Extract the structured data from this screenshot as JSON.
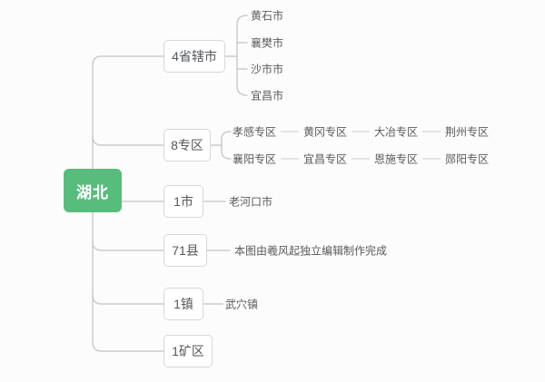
{
  "root": {
    "label": "湖北"
  },
  "branches": [
    {
      "label": "4省辖市",
      "children": [
        "黄石市",
        "襄樊市",
        "沙市市",
        "宜昌市"
      ]
    },
    {
      "label": "8专区",
      "chains": [
        [
          "孝感专区",
          "黄冈专区",
          "大冶专区",
          "荆州专区"
        ],
        [
          "襄阳专区",
          "宜昌专区",
          "恩施专区",
          "郧阳专区"
        ]
      ]
    },
    {
      "label": "1市",
      "children": [
        "老河口市"
      ]
    },
    {
      "label": "71县",
      "children": [
        "本图由羲风起独立编辑制作完成"
      ]
    },
    {
      "label": "1镇",
      "children": [
        "武穴镇"
      ]
    },
    {
      "label": "1矿区",
      "children": []
    }
  ],
  "colors": {
    "background": "#fcfcfc",
    "connector": "#cccccc",
    "node_bg": "#ffffff",
    "node_border": "#d7d7d7",
    "node_text": "#55585c",
    "leaf_text": "#5a5a5a",
    "root_bg": "#58bd7c",
    "root_text": "#ffffff"
  }
}
